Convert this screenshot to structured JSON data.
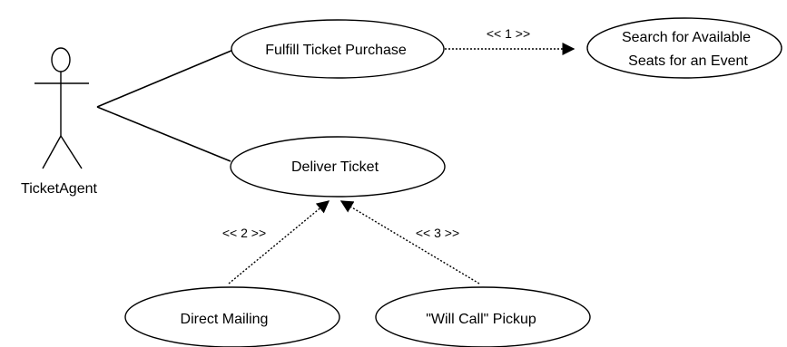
{
  "actor": {
    "name": "TicketAgent"
  },
  "use_cases": {
    "fulfill": "Fulfill Ticket Purchase",
    "search_line1": "Search for Available",
    "search_line2": "Seats for an Event",
    "deliver": "Deliver Ticket",
    "direct_mailing": "Direct Mailing",
    "will_call": "\"Will Call\" Pickup"
  },
  "dependencies": {
    "dep1": "<< 1 >>",
    "dep2": "<< 2 >>",
    "dep3": "<< 3 >>"
  }
}
